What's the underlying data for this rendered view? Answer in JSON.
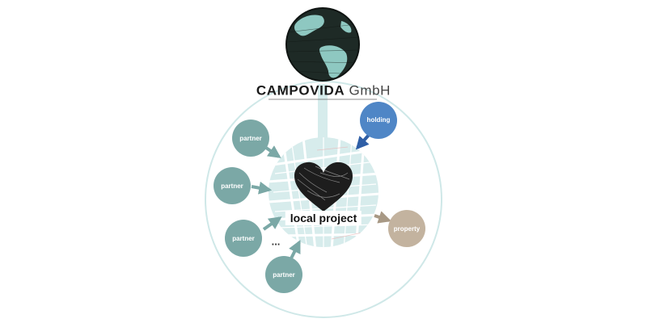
{
  "company": {
    "brand": "CAMPOVIDA",
    "suffix": "GmbH"
  },
  "center_label": "local project",
  "holding_label": "holding",
  "property_label": "property",
  "partners": [
    "partner",
    "partner",
    "partner",
    "partner"
  ],
  "ellipsis": "...",
  "colors": {
    "ring": "#cfe8e8",
    "connector": "#d6ecec",
    "partner": "#7ba8a6",
    "holding": "#4f86c6",
    "holding_arrow": "#2f5fa6",
    "property": "#c3b39f",
    "property_arrow": "#a89985",
    "map_water": "#d7ecec",
    "map_street": "#ffffff",
    "heart": "#1d1d1d",
    "globe_ocean": "#1e2a26",
    "globe_land": "#8ec8c1"
  }
}
